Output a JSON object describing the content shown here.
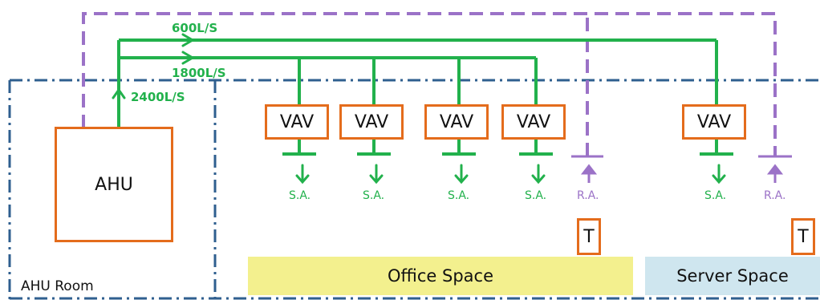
{
  "colors": {
    "supply": "#22b14c",
    "return": "#9b72c7",
    "room_boundary": "#2f5f8f",
    "equipment": "#e46c1c",
    "office_fill": "#f3f08e",
    "server_fill": "#cfe6ef"
  },
  "ahu": {
    "label": "AHU"
  },
  "ahu_room": {
    "label": "AHU Room"
  },
  "flows": {
    "top": "600L/S",
    "middle": "1800L/S",
    "riser": "2400L/S"
  },
  "vavs": [
    {
      "label": "VAV",
      "outlet": "S.A."
    },
    {
      "label": "VAV",
      "outlet": "S.A."
    },
    {
      "label": "VAV",
      "outlet": "S.A."
    },
    {
      "label": "VAV",
      "outlet": "S.A."
    },
    {
      "label": "VAV",
      "outlet": "S.A."
    }
  ],
  "returns": [
    {
      "label": "R.A."
    },
    {
      "label": "R.A."
    }
  ],
  "thermostats": [
    {
      "label": "T"
    },
    {
      "label": "T"
    }
  ],
  "zones": {
    "office": "Office Space",
    "server": "Server Space"
  }
}
